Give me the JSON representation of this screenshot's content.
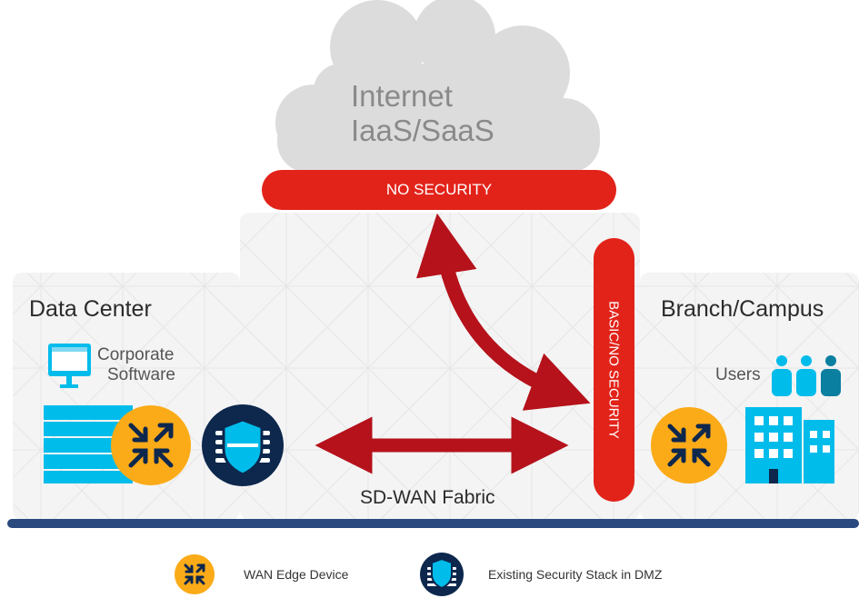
{
  "cloud": {
    "line1": "Internet",
    "line2": "IaaS/SaaS"
  },
  "banners": {
    "top": "NO SECURITY",
    "side": "BASIC/NO SECURITY"
  },
  "panels": {
    "left": {
      "title": "Data Center",
      "software_line1": "Corporate",
      "software_line2": "Software"
    },
    "center": {
      "title": "SD-WAN Fabric"
    },
    "right": {
      "title": "Branch/Campus",
      "users_label": "Users"
    }
  },
  "legend": {
    "wan_edge": "WAN Edge Device",
    "security_stack": "Existing Security Stack in DMZ"
  },
  "colors": {
    "red_banner": "#e2231a",
    "arrow_red": "#b5121b",
    "wan_yellow": "#fbab18",
    "navy": "#0d274d",
    "cyan": "#00bceb",
    "teal": "#0a7fa0",
    "bar_blue": "#2a4a7f"
  },
  "icons": [
    "cloud-icon",
    "computer-monitor-icon",
    "server-rack-icon",
    "wan-edge-icon",
    "security-shield-icon",
    "users-icon",
    "building-icon"
  ]
}
